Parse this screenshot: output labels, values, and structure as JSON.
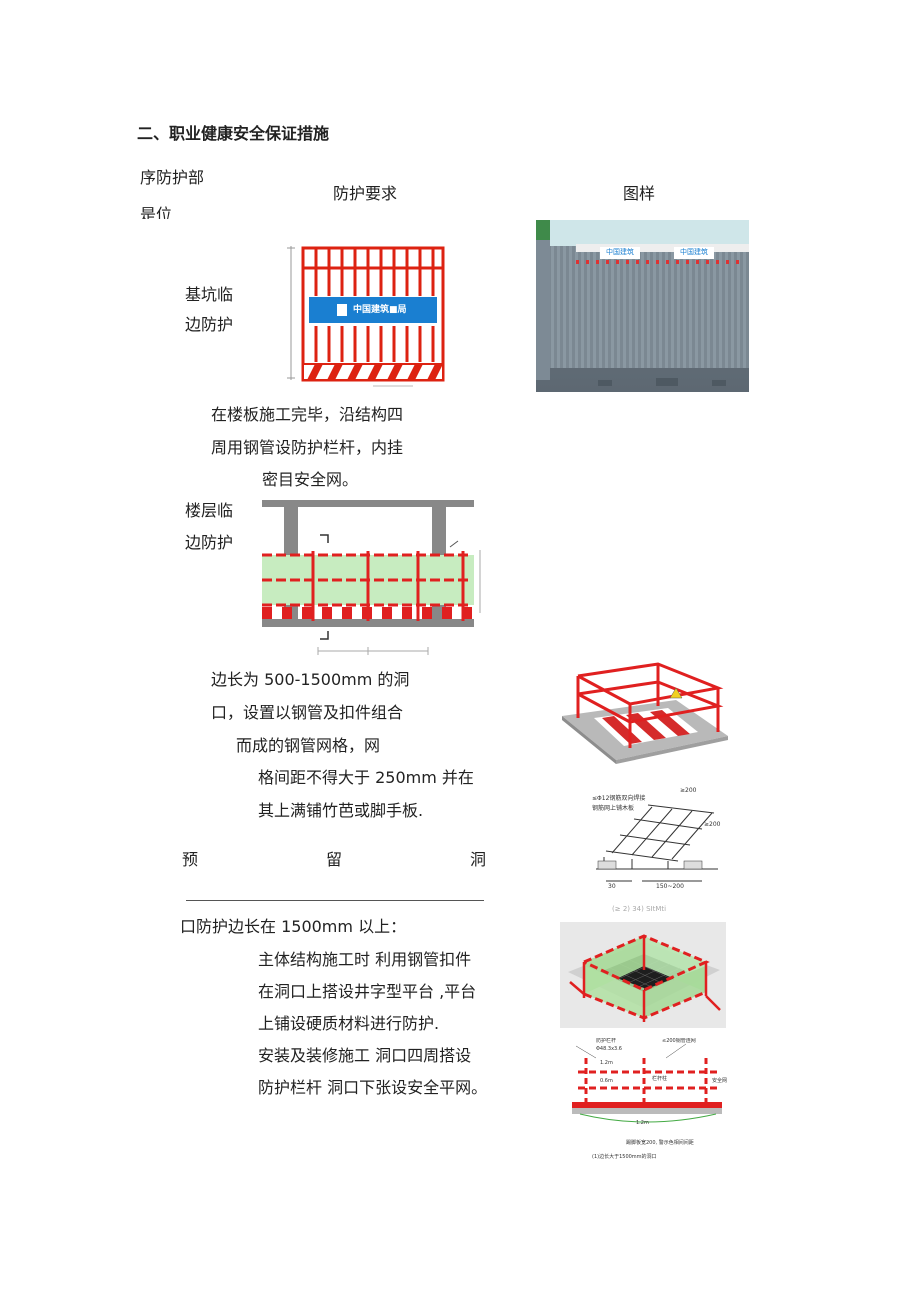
{
  "section_title": "二、职业健康安全保证措施",
  "table_header": {
    "col1_line1": "序防护部",
    "col1_line2": "是位",
    "col2": "防护要求",
    "col3": "图样"
  },
  "rows": {
    "pit": {
      "part_line1": "基坑临",
      "part_line2": "边防护"
    },
    "floor": {
      "req_line1": "在楼板施工完毕，沿结构四",
      "req_line2": "周用钢管设防护栏杆，内挂",
      "req_line3": "密目安全网。",
      "part_line1": "楼层临",
      "part_line2": "边防护"
    },
    "hole_small": {
      "req_line1": "边长为 500-1500mm 的洞",
      "req_line2": "口，设置以钢管及扣件组合",
      "req_line3": "而成的钢管网格，网",
      "req_line4": "格间距不得大于 250mm 并在",
      "req_line5": "其上满铺竹芭或脚手板."
    },
    "hole_large": {
      "part_a": "预",
      "part_b": "留",
      "part_c": "洞",
      "req_line1": "口防护边长在 1500mm 以上：",
      "req_line2": "主体结构施工时 利用钢管扣件",
      "req_line3": "在洞口上搭设井字型平台 ,平台",
      "req_line4": "上铺设硬质材料进行防护.",
      "req_line5": "安装及装修施工 洞口四周搭设",
      "req_line6": "防护栏杆 洞口下张设安全平网。"
    }
  },
  "figure_text": {
    "fence_banner": "中国建筑■局",
    "wall_banner_1": "中国建筑",
    "wall_banner_2": "中国建筑",
    "grid_label_line1": "≤Φ12钢筋双向焊接",
    "grid_label_line2": "钢筋网上铺木板",
    "grid_dim_top": "≥200",
    "grid_dim_side": "≥200",
    "grid_dim_bottom": "150~200",
    "grid_dim_left": "30",
    "grid_caption": "(≥ 2) 34) SItMti",
    "rail_label_1": "防护栏杆",
    "rail_label_2": "Φ48.3x3.6",
    "rail_label_3": "≤200钢管连网",
    "rail_label_4": "1.2m",
    "rail_label_5": "0.6m",
    "rail_label_6": "栏杆柱",
    "rail_label_7": "安全网",
    "rail_label_8": "1.2m",
    "rail_caption_1": "踢脚板宽200, 警示色相间间距",
    "rail_caption_2": "(1)边长大于1500mm的洞口"
  },
  "colors": {
    "accent_red": "#e02020",
    "banner_blue": "#1a7fd1",
    "net_green": "#b8e6b0"
  }
}
